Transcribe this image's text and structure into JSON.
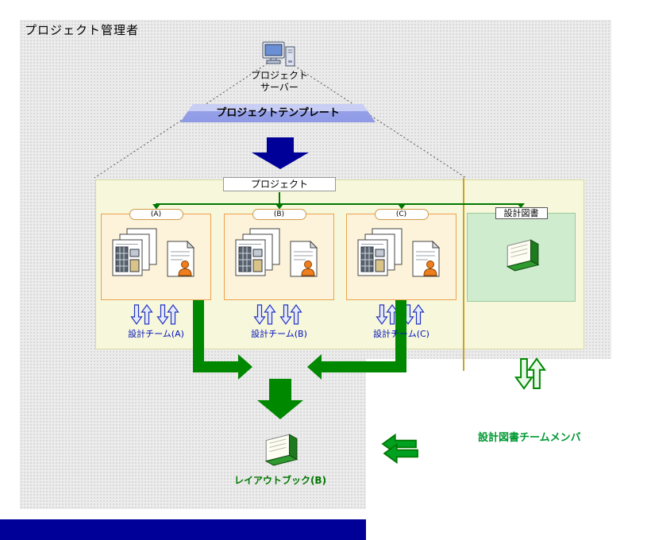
{
  "title": "プロジェクト管理者",
  "server": {
    "label_line1": "プロジェクト",
    "label_line2": "サーバー"
  },
  "template_banner": {
    "label": "プロジェクトテンプレート"
  },
  "project": {
    "label": "プロジェクト",
    "teams": [
      {
        "tab": "(A)",
        "label": "設計チーム(A)"
      },
      {
        "tab": "(B)",
        "label": "設計チーム(B)"
      },
      {
        "tab": "(C)",
        "label": "設計チーム(C)"
      }
    ],
    "documents": {
      "label": "設計図書"
    }
  },
  "layout_book": {
    "label": "レイアウトブック(B)"
  },
  "team_member": {
    "label": "設計図書チームメンバ"
  },
  "icons": {
    "server": "computer-server-icon",
    "document_stack": "document-stack-icon",
    "document_user": "document-user-icon",
    "book": "green-layout-book-icon"
  },
  "colors": {
    "template_arrow": "#000099",
    "merge_arrow": "#008800",
    "connector_green": "#007700",
    "team_text": "#0011bb",
    "green_text": "#009933",
    "banner_fill": "#95a0e8",
    "project_box_bg": "#f7f7dc",
    "team_box_border": "#eda24e",
    "documents_box_bg": "#cfeccf",
    "divider_line": "#c9a227",
    "bottom_bar": "#000099"
  }
}
